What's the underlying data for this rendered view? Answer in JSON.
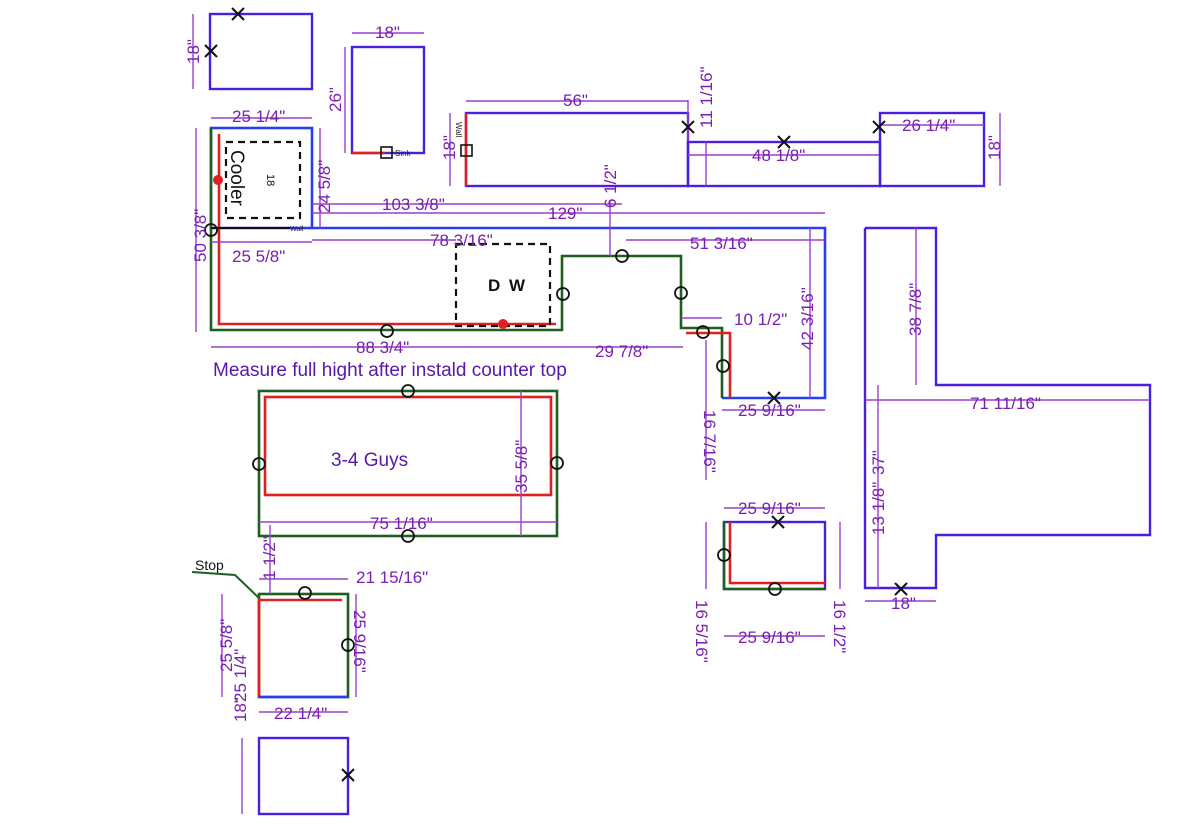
{
  "colors": {
    "cabinet_outline": "#4a1fe0",
    "dimension": "#7a1fb0",
    "wall_edge_green": "#1f5e1f",
    "finished_edge_red": "#e02020",
    "back_edge_blue": "#2b3df0"
  },
  "dimensions": {
    "d_18_top_left": "18\"",
    "d_18_small_cab": "18\"",
    "d_26": "26\"",
    "d_25_1_4": "25 1/4\"",
    "d_24_5_8": "24 5/8\"",
    "d_50_3_8": "50 3/8\"",
    "d_25_5_8_top": "25 5/8\"",
    "d_103_3_8": "103 3/8\"",
    "d_129": "129\"",
    "d_6_1_2": "6 1/2\"",
    "d_78_3_16": "78 3/16\"",
    "d_51_3_16": "51 3/16\"",
    "d_42_3_16": "42 3/16\"",
    "d_10_1_2": "10 1/2\"",
    "d_88_3_4": "88 3/4\"",
    "d_29_7_8": "29 7/8\"",
    "d_16_7_16": "16 7/16\"",
    "d_25_9_16_a": "25 9/16\"",
    "d_56": "56\"",
    "d_11_1_16": "11 1/16\"",
    "d_18_left_56": "18\"",
    "d_48_1_8": "48 1/8\"",
    "d_26_1_4": "26 1/4\"",
    "d_18_right": "18\"",
    "d_38_7_8": "38 7/8\"",
    "d_71_11_16": "71 11/16\"",
    "d_13_1_8": "13 1/8\"",
    "d_37": "37\"",
    "d_18_bottom_r": "18\"",
    "d_35_5_8": "35 5/8\"",
    "d_75_1_16": "75 1/16\"",
    "d_1_1_2": "1 1/2\"",
    "d_21_15_16": "21 15/16\"",
    "d_25_5_8_left": "25 5/8\"",
    "d_25_1_4_left": "25 1/4\"",
    "d_25_9_16_side": "25 9/16\"",
    "d_22_1_4": "22 1/4\"",
    "d_18_bottom": "18\"",
    "d_25_9_16_b": "25 9/16\"",
    "d_16_5_16": "16 5/16\"",
    "d_25_9_16_c": "25 9/16\"",
    "d_16_1_2": "16 1/2\""
  },
  "labels": {
    "cooler": "Cooler",
    "cooler_18": "18",
    "dw": "D W",
    "island": "3-4 Guys",
    "note": "Measure full hight after instald counter top",
    "stop": "Stop",
    "sink_mark": "Sink",
    "wall_mark_a": "Wall",
    "wall_mark_b": "Wall"
  }
}
